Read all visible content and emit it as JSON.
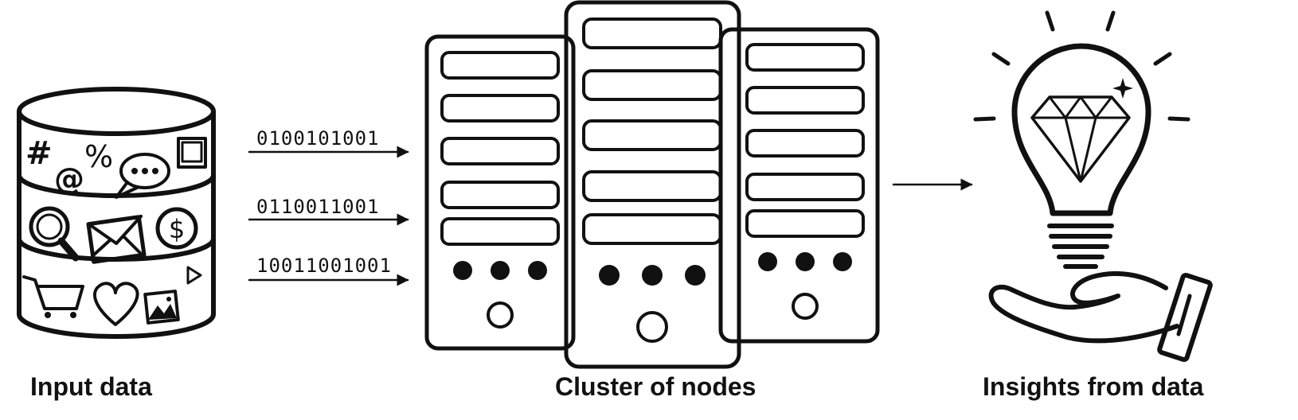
{
  "labels": {
    "input": "Input data",
    "cluster": "Cluster of nodes",
    "insights": "Insights from data"
  },
  "streams": [
    "0100101001",
    "0110011001",
    "10011001001"
  ],
  "symbols": {
    "hash": "#",
    "at": "@",
    "percent": "%",
    "dollar": "$"
  },
  "colors": {
    "ink": "#111111",
    "background": "#ffffff"
  }
}
